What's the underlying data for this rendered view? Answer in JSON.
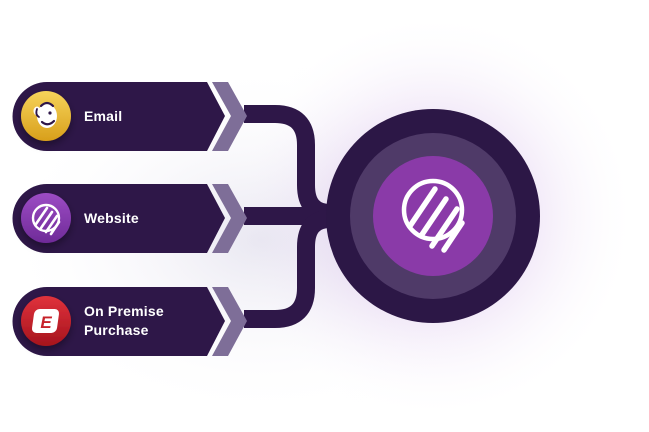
{
  "sources": [
    {
      "label": "Email",
      "icon": "mailchimp-monkey-icon",
      "color": "#e8b92c"
    },
    {
      "label": "Website",
      "icon": "brand-stripes-icon",
      "color": "#8a3fb0"
    },
    {
      "label": "On Premise\nPurchase",
      "icon": "e-logo-icon",
      "color": "#c7202b"
    }
  ],
  "hub": {
    "icon": "brand-stripes-icon",
    "color": "#8a3aa8"
  },
  "colors": {
    "pill": "#2e1748",
    "arrow": "#7e6e98",
    "connector": "#2e1748",
    "hub_outer": "#2c1746",
    "hub_ring": "#4f3a68",
    "hub_inner": "#8a3aa8",
    "glow": "#9b59c8"
  }
}
